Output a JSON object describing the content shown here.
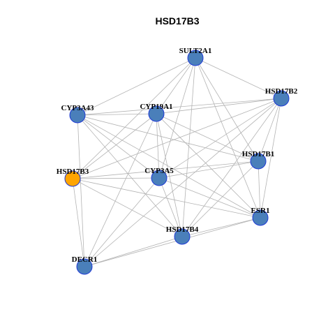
{
  "title": "HSD17B3",
  "colors": {
    "node_default": "#4a7fba",
    "node_highlight": "#ffa500",
    "node_border": "#1f3ad6",
    "edge": "#b3b3b3"
  },
  "graph": {
    "highlight_node": "HSD17B3",
    "nodes": [
      {
        "id": "SULT2A1",
        "label": "SULT2A1"
      },
      {
        "id": "HSD17B2",
        "label": "HSD17B2"
      },
      {
        "id": "CYP3A43",
        "label": "CYP3A43"
      },
      {
        "id": "CYP19A1",
        "label": "CYP19A1"
      },
      {
        "id": "HSD17B1",
        "label": "HSD17B1"
      },
      {
        "id": "HSD17B3",
        "label": "HSD17B3"
      },
      {
        "id": "CYP3A5",
        "label": "CYP3A5"
      },
      {
        "id": "ESR1",
        "label": "ESR1"
      },
      {
        "id": "HSD17B4",
        "label": "HSD17B4"
      },
      {
        "id": "DECR1",
        "label": "DECR1"
      }
    ],
    "edges": [
      [
        "SULT2A1",
        "HSD17B2"
      ],
      [
        "SULT2A1",
        "CYP3A43"
      ],
      [
        "SULT2A1",
        "CYP19A1"
      ],
      [
        "SULT2A1",
        "HSD17B1"
      ],
      [
        "SULT2A1",
        "CYP3A5"
      ],
      [
        "SULT2A1",
        "ESR1"
      ],
      [
        "SULT2A1",
        "HSD17B4"
      ],
      [
        "SULT2A1",
        "HSD17B3"
      ],
      [
        "HSD17B2",
        "CYP3A43"
      ],
      [
        "HSD17B2",
        "CYP19A1"
      ],
      [
        "HSD17B2",
        "HSD17B1"
      ],
      [
        "HSD17B2",
        "HSD17B3"
      ],
      [
        "HSD17B2",
        "CYP3A5"
      ],
      [
        "HSD17B2",
        "ESR1"
      ],
      [
        "HSD17B2",
        "HSD17B4"
      ],
      [
        "HSD17B2",
        "DECR1"
      ],
      [
        "CYP3A43",
        "CYP19A1"
      ],
      [
        "CYP3A43",
        "HSD17B1"
      ],
      [
        "CYP3A43",
        "CYP3A5"
      ],
      [
        "CYP3A43",
        "ESR1"
      ],
      [
        "CYP3A43",
        "HSD17B4"
      ],
      [
        "CYP3A43",
        "DECR1"
      ],
      [
        "CYP19A1",
        "HSD17B1"
      ],
      [
        "CYP19A1",
        "HSD17B3"
      ],
      [
        "CYP19A1",
        "CYP3A5"
      ],
      [
        "CYP19A1",
        "ESR1"
      ],
      [
        "CYP19A1",
        "HSD17B4"
      ],
      [
        "CYP19A1",
        "DECR1"
      ],
      [
        "HSD17B1",
        "HSD17B3"
      ],
      [
        "HSD17B1",
        "CYP3A5"
      ],
      [
        "HSD17B1",
        "ESR1"
      ],
      [
        "HSD17B1",
        "HSD17B4"
      ],
      [
        "HSD17B3",
        "CYP3A5"
      ],
      [
        "HSD17B3",
        "ESR1"
      ],
      [
        "HSD17B3",
        "HSD17B4"
      ],
      [
        "HSD17B3",
        "DECR1"
      ],
      [
        "CYP3A5",
        "ESR1"
      ],
      [
        "CYP3A5",
        "HSD17B4"
      ],
      [
        "CYP3A5",
        "DECR1"
      ],
      [
        "ESR1",
        "HSD17B4"
      ],
      [
        "ESR1",
        "DECR1"
      ],
      [
        "HSD17B4",
        "DECR1"
      ]
    ]
  }
}
